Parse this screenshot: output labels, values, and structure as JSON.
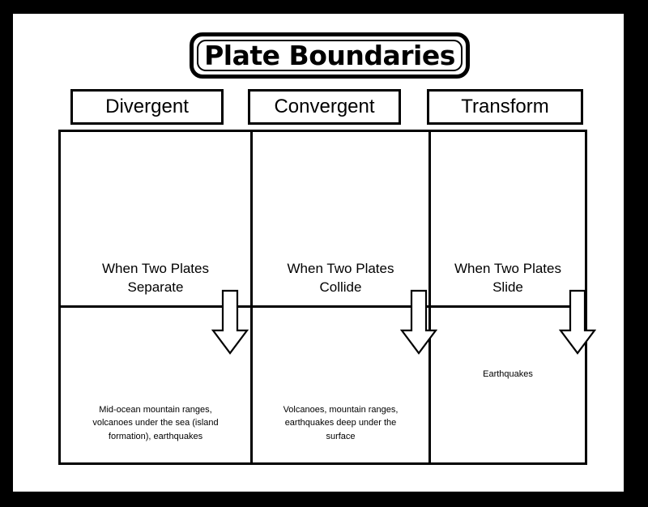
{
  "title": "Plate Boundaries",
  "columns": [
    {
      "header": "Divergent",
      "motion": "When Two Plates\nSeparate",
      "arrow_icon": "down-arrow-icon",
      "results": "Mid-ocean mountain ranges,\nvolcanoes under the sea (island\nformation), earthquakes"
    },
    {
      "header": "Convergent",
      "motion": "When Two Plates\nCollide",
      "arrow_icon": "down-arrow-icon",
      "results": "Volcanoes, mountain ranges,\nearthquakes deep under the\nsurface"
    },
    {
      "header": "Transform",
      "motion": "When Two Plates\nSlide",
      "arrow_icon": "down-arrow-icon",
      "results": "Earthquakes"
    }
  ],
  "colors": {
    "frame": "#000000",
    "page": "#ffffff",
    "ink": "#000000"
  }
}
